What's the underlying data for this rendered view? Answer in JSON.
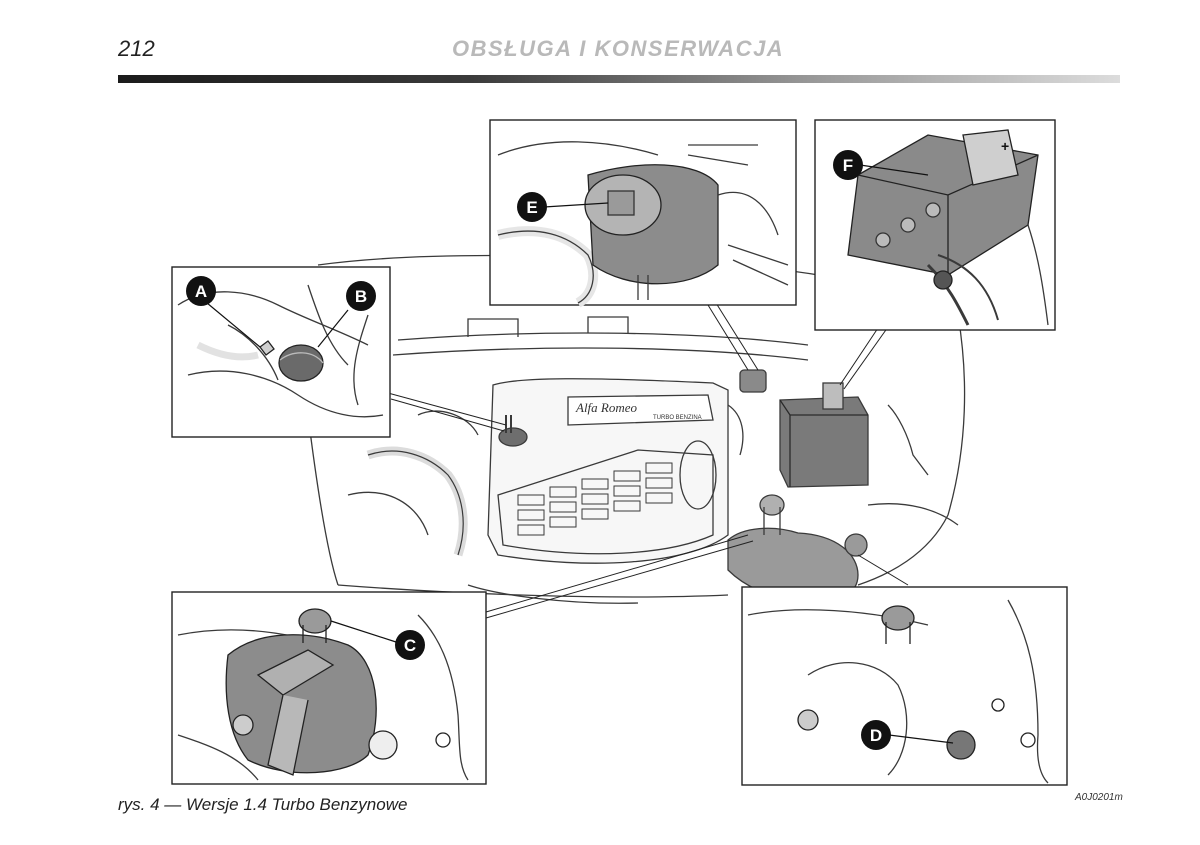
{
  "header": {
    "page_number": "212",
    "section_title": "OBSŁUGA I KONSERWACJA"
  },
  "figure": {
    "callouts": [
      "A",
      "B",
      "C",
      "D",
      "E",
      "F"
    ],
    "engine_badge_text": "TURBO BENZINA",
    "engine_brand": "Alfa Romeo",
    "battery_terminal": "+",
    "caption": "rys. 4 — Wersje 1.4 Turbo Benzynowe",
    "code": "A0J0201m"
  },
  "colors": {
    "rule_dark": "#1b1b1b",
    "title_gray": "#b9b9b9",
    "callout_fill": "#111111",
    "part_shade": "#6e6e6e"
  }
}
